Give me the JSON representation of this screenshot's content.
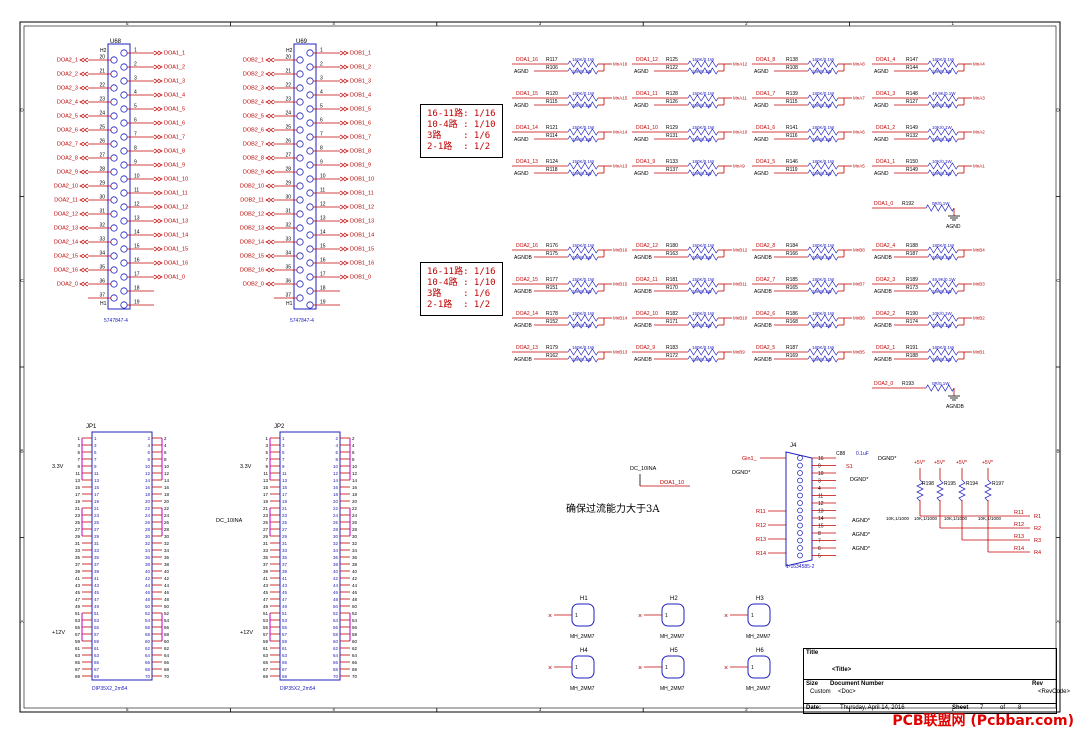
{
  "zones": {
    "cols": [
      "5",
      "4",
      "3",
      "2",
      "1"
    ],
    "rows": [
      "D",
      "C",
      "B",
      "A"
    ]
  },
  "u68": {
    "ref": "U68",
    "h": "H2",
    "h1": "H1",
    "part": "5747847-4",
    "left": [
      [
        "DOA2_1",
        "20"
      ],
      [
        "DOA2_2",
        "21"
      ],
      [
        "DOA2_3",
        "22"
      ],
      [
        "DOA2_4",
        "23"
      ],
      [
        "DOA2_5",
        "24"
      ],
      [
        "DOA2_6",
        "25"
      ],
      [
        "DOA2_7",
        "26"
      ],
      [
        "DOA2_8",
        "27"
      ],
      [
        "DOA2_9",
        "28"
      ],
      [
        "DOA2_10",
        "29"
      ],
      [
        "DOA2_11",
        "30"
      ],
      [
        "DOA2_12",
        "31"
      ],
      [
        "DOA2_13",
        "32"
      ],
      [
        "DOA2_14",
        "33"
      ],
      [
        "DOA2_15",
        "34"
      ],
      [
        "DOA2_16",
        "35"
      ],
      [
        "DOA2_0",
        "36"
      ],
      [
        "",
        "37"
      ]
    ],
    "right": [
      [
        "1",
        "DOA1_1"
      ],
      [
        "2",
        "DOA1_2"
      ],
      [
        "3",
        "DOA1_3"
      ],
      [
        "4",
        "DOA1_4"
      ],
      [
        "5",
        "DOA1_5"
      ],
      [
        "6",
        "DOA1_6"
      ],
      [
        "7",
        "DOA1_7"
      ],
      [
        "8",
        "DOA1_8"
      ],
      [
        "9",
        "DOA1_9"
      ],
      [
        "10",
        "DOA1_10"
      ],
      [
        "11",
        "DOA1_11"
      ],
      [
        "12",
        "DOA1_12"
      ],
      [
        "13",
        "DOA1_13"
      ],
      [
        "14",
        "DOA1_14"
      ],
      [
        "15",
        "DOA1_15"
      ],
      [
        "16",
        "DOA1_16"
      ],
      [
        "17",
        "DOA1_0"
      ],
      [
        "18",
        ""
      ],
      [
        "19",
        ""
      ]
    ]
  },
  "u69": {
    "ref": "U69",
    "h": "H2",
    "h1": "H1",
    "part": "5747847-4",
    "left": [
      [
        "DOB2_1",
        "20"
      ],
      [
        "DOB2_2",
        "21"
      ],
      [
        "DOB2_3",
        "22"
      ],
      [
        "DOB2_4",
        "23"
      ],
      [
        "DOB2_5",
        "24"
      ],
      [
        "DOB2_6",
        "25"
      ],
      [
        "DOB2_7",
        "26"
      ],
      [
        "DOB2_8",
        "27"
      ],
      [
        "DOB2_9",
        "28"
      ],
      [
        "DOB2_10",
        "29"
      ],
      [
        "DOB2_11",
        "30"
      ],
      [
        "DOB2_12",
        "31"
      ],
      [
        "DOB2_13",
        "32"
      ],
      [
        "DOB2_14",
        "33"
      ],
      [
        "DOB2_15",
        "34"
      ],
      [
        "DOB2_16",
        "35"
      ],
      [
        "DOB2_0",
        "36"
      ],
      [
        "",
        "37"
      ]
    ],
    "right": [
      [
        "1",
        "DOB1_1"
      ],
      [
        "2",
        "DOB1_2"
      ],
      [
        "3",
        "DOB1_3"
      ],
      [
        "4",
        "DOB1_4"
      ],
      [
        "5",
        "DOB1_5"
      ],
      [
        "6",
        "DOB1_6"
      ],
      [
        "7",
        "DOB1_7"
      ],
      [
        "8",
        "DOB1_8"
      ],
      [
        "9",
        "DOB1_9"
      ],
      [
        "10",
        "DOB1_10"
      ],
      [
        "11",
        "DOB1_11"
      ],
      [
        "12",
        "DOB1_12"
      ],
      [
        "13",
        "DOB1_13"
      ],
      [
        "14",
        "DOB1_14"
      ],
      [
        "15",
        "DOB1_15"
      ],
      [
        "16",
        "DOB1_16"
      ],
      [
        "17",
        "DOB1_0"
      ],
      [
        "18",
        ""
      ],
      [
        "19",
        ""
      ]
    ]
  },
  "notes": [
    "16-11路: 1/16\n10-4路 : 1/10\n3路    : 1/6\n2-1路  : 1/2",
    "16-11路: 1/16\n10-4路 : 1/10\n3路    : 1/6\n2-1路  : 1/2"
  ],
  "dividers_a": [
    [
      "DOA1_16",
      "R117",
      "R106",
      "150K/0.1W",
      "10K/0.1W",
      "MnA16",
      "AGND"
    ],
    [
      "DOA1_12",
      "R125",
      "R122",
      "150K/0.1W",
      "10K/0.1W",
      "MnA12",
      "AGND"
    ],
    [
      "DOA1_8",
      "R138",
      "R108",
      "180K/0.1W",
      "10K/0.1W",
      "MnA8",
      "AGND"
    ],
    [
      "DOA1_4",
      "R147",
      "R144",
      "180K/0.1W",
      "10K/0.1W",
      "MnA4",
      "AGND"
    ],
    [
      "DOA1_15",
      "R120",
      "R115",
      "150K/0.1W",
      "10K/0.1W",
      "MnA15",
      "AGND"
    ],
    [
      "DOA1_11",
      "R128",
      "R126",
      "150K/0.1W",
      "10K/0.1W",
      "MnA11",
      "AGND"
    ],
    [
      "DOA1_7",
      "R139",
      "R115",
      "180K/0.1W",
      "10K/0.1W",
      "MnA7",
      "AGND"
    ],
    [
      "DOA1_3",
      "R148",
      "R127",
      "49.9K/0.1W",
      "10K/0.1W",
      "MnA3",
      "AGND"
    ],
    [
      "DOA1_14",
      "R121",
      "R114",
      "150K/0.1W",
      "10K/0.1W",
      "MnA14",
      "AGND"
    ],
    [
      "DOA1_10",
      "R129",
      "R131",
      "150K/0.1W",
      "10K/0.1W",
      "MnA10",
      "AGND"
    ],
    [
      "DOA1_6",
      "R141",
      "R116",
      "180K/0.1W",
      "10K/0.1W",
      "MnA6",
      "AGND"
    ],
    [
      "DOA1_2",
      "R149",
      "R132",
      "10K/0.1W",
      "10K/0.1W",
      "MnA2",
      "AGND"
    ],
    [
      "DOA1_13",
      "R124",
      "R118",
      "150K/0.1W",
      "10K/0.1W",
      "MnA13",
      "AGND"
    ],
    [
      "DOA1_9",
      "R133",
      "R137",
      "180K/0.1W",
      "10K/0.1W",
      "MnA9",
      "AGND"
    ],
    [
      "DOA1_5",
      "R146",
      "R119",
      "180K/0.1W",
      "10K/0.1W",
      "MnA5",
      "AGND"
    ],
    [
      "DOA1_1",
      "R150",
      "R149",
      "10K/0.1W",
      "10K/0.1W",
      "MnA1",
      "AGND"
    ]
  ],
  "dividers_b": [
    [
      "DOA2_16",
      "R176",
      "R175",
      "150K/0.1W",
      "10K/0.1W",
      "MnB16",
      "AGNDB"
    ],
    [
      "DOA2_12",
      "R180",
      "R163",
      "150K/0.1W",
      "10K/0.1W",
      "MnB12",
      "AGNDB"
    ],
    [
      "DOA2_8",
      "R184",
      "R166",
      "180K/0.1W",
      "10K/0.1W",
      "MnB8",
      "AGNDB"
    ],
    [
      "DOA2_4",
      "R188",
      "R187",
      "180K/0.1W",
      "10K/0.1W",
      "MnB4",
      "AGNDB"
    ],
    [
      "DOA2_15",
      "R177",
      "R151",
      "150K/0.1W",
      "10K/0.1W",
      "MnB15",
      "AGNDB"
    ],
    [
      "DOA2_11",
      "R181",
      "R170",
      "150K/0.1W",
      "10K/0.1W",
      "MnB11",
      "AGNDB"
    ],
    [
      "DOA2_7",
      "R185",
      "R165",
      "180K/0.1W",
      "10K/0.1W",
      "MnB7",
      "AGNDB"
    ],
    [
      "DOA2_3",
      "R189",
      "R173",
      "49.9K/0.1W",
      "10K/0.1W",
      "MnB3",
      "AGNDB"
    ],
    [
      "DOA2_14",
      "R178",
      "R152",
      "150K/0.1W",
      "10K/0.1W",
      "MnB14",
      "AGNDB"
    ],
    [
      "DOA2_10",
      "R182",
      "R171",
      "150K/0.1W",
      "10K/0.1W",
      "MnB10",
      "AGNDB"
    ],
    [
      "DOA2_6",
      "R186",
      "R168",
      "180K/0.1W",
      "10K/0.1W",
      "MnB6",
      "AGNDB"
    ],
    [
      "DOA2_2",
      "R190",
      "R174",
      "10K/0.1W",
      "10K/0.1W",
      "MnB2",
      "AGNDB"
    ],
    [
      "DOA2_13",
      "R179",
      "R162",
      "150K/0.1W",
      "10K/0.1W",
      "MnB13",
      "AGNDB"
    ],
    [
      "DOA2_9",
      "R183",
      "R172",
      "180K/0.1W",
      "10K/0.1W",
      "MnB9",
      "AGNDB"
    ],
    [
      "DOA2_5",
      "R187",
      "R169",
      "180K/0.1W",
      "10K/0.1W",
      "MnB5",
      "AGNDB"
    ],
    [
      "DOA2_1",
      "R191",
      "R188",
      "180K/0.1W",
      "10K/0.1W",
      "MnB1",
      "AGNDB"
    ]
  ],
  "zero_a": {
    "net": "DOA1_0",
    "ref": "R192",
    "val": "0R/0.1W",
    "gnd": "AGND"
  },
  "zero_b": {
    "net": "DOA2_0",
    "ref": "R193",
    "val": "0R/0.1W",
    "gnd": "AGNDB"
  },
  "jp1": {
    "ref": "JP1",
    "part": "DIP35X2_2m54",
    "v33": "3.3V",
    "v12": "+12V"
  },
  "jp2": {
    "ref": "JP2",
    "part": "DIP35X2_2m54",
    "v33": "3.3V",
    "v12": "+12V",
    "dc": "DC_10INA"
  },
  "dc_flag": {
    "net": "DC_10INA",
    "label": "DOA1_10"
  },
  "current_note": "确保过流能力大于3A",
  "j4": {
    "ref": "J4",
    "part": "1-1634585-2",
    "c": "C88",
    "cval": "0.1uF",
    "gin": "Gin1_",
    "dgnd": "DGND*",
    "s1": "S1",
    "rpins": [
      "16",
      "9",
      "10",
      "3",
      "4",
      "11",
      "12",
      "13",
      "14",
      "15",
      "8",
      "7",
      "6",
      "5"
    ],
    "agnd": "AGND*",
    "lefts": [
      "R11",
      "R12",
      "R13",
      "R14"
    ]
  },
  "pullups": {
    "v": "+5V*",
    "refs": [
      "R198",
      "R195",
      "R194",
      "R197"
    ],
    "vals": [
      "10K,1/1000",
      "10K,1/1000",
      "10K,1/1000",
      "10K,1/1000"
    ],
    "outs": [
      "R11",
      "R12",
      "R13",
      "R14"
    ],
    "ins": [
      "R1",
      "R2",
      "R3",
      "R4"
    ]
  },
  "holes": [
    {
      "ref": "H1",
      "part": "MH_2MM7"
    },
    {
      "ref": "H2",
      "part": "MH_2MM7"
    },
    {
      "ref": "H3",
      "part": "MH_2MM7"
    },
    {
      "ref": "H4",
      "part": "MH_2MM7"
    },
    {
      "ref": "H5",
      "part": "MH_2MM7"
    },
    {
      "ref": "H6",
      "part": "MH_2MM7"
    }
  ],
  "title_block": {
    "title_label": "Title",
    "title": "<Title>",
    "size_label": "Size",
    "size": "Custom",
    "docnum_label": "Document Number",
    "docnum": "<Doc>",
    "rev_label": "Rev",
    "rev": "<RevCode>",
    "date_label": "Date:",
    "date": "Thursday, April 14, 2016",
    "sheet_label": "Sheet",
    "sheet": "7",
    "of_label": "of",
    "of": "8"
  },
  "watermark": "PCB联盟网 (Pcbbar.com)"
}
